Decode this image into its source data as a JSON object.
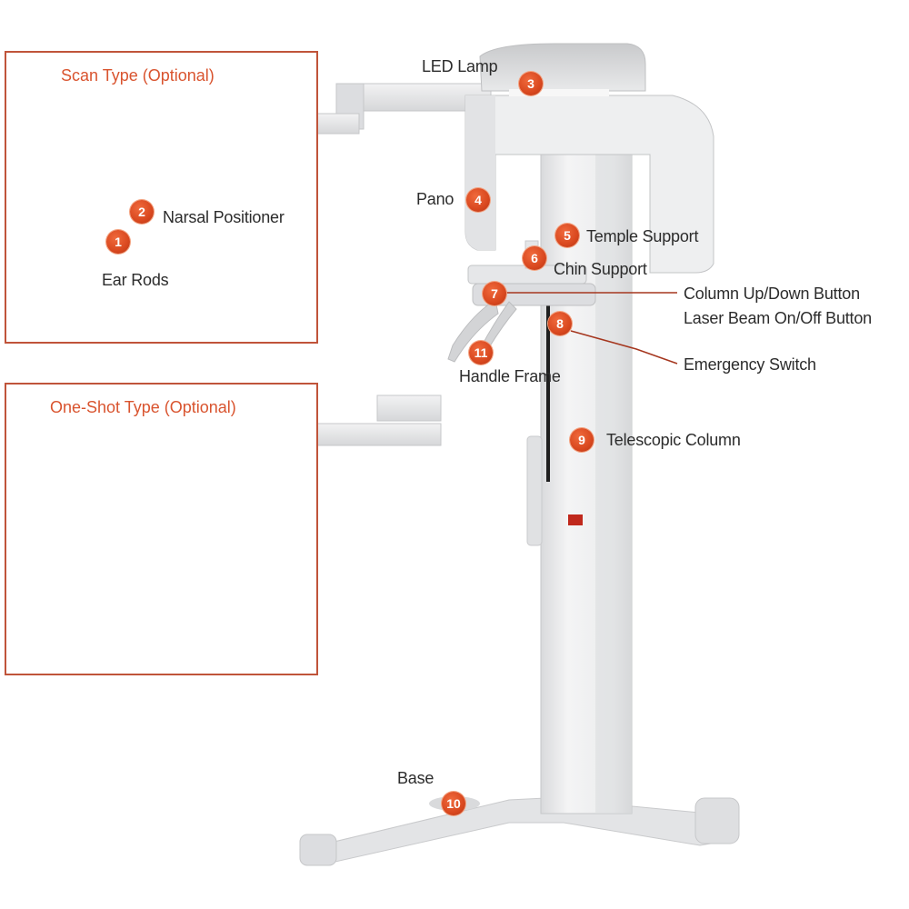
{
  "insets": {
    "scan": {
      "title": "Scan Type (Optional)"
    },
    "one_shot": {
      "title": "One-Shot  Type (Optional)"
    }
  },
  "callouts": [
    {
      "num": "1",
      "label": "Ear Rods"
    },
    {
      "num": "2",
      "label": "Narsal Positioner"
    },
    {
      "num": "3",
      "label": "LED Lamp"
    },
    {
      "num": "4",
      "label": "Pano"
    },
    {
      "num": "5",
      "label": "Temple Support"
    },
    {
      "num": "6",
      "label": "Chin Support"
    },
    {
      "num": "7",
      "label": "Column Up/Down Button"
    },
    {
      "num": "8",
      "label": "Emergency Switch"
    },
    {
      "num": "9",
      "label": "Telescopic Column"
    },
    {
      "num": "10",
      "label": "Base"
    },
    {
      "num": "11",
      "label": "Handle Frame"
    }
  ],
  "extra_labels": {
    "laser": "Laser Beam On/Off Button"
  },
  "colors": {
    "accent": "#d9542f",
    "frame": "#c0543a",
    "device": "#e9eaeb"
  }
}
